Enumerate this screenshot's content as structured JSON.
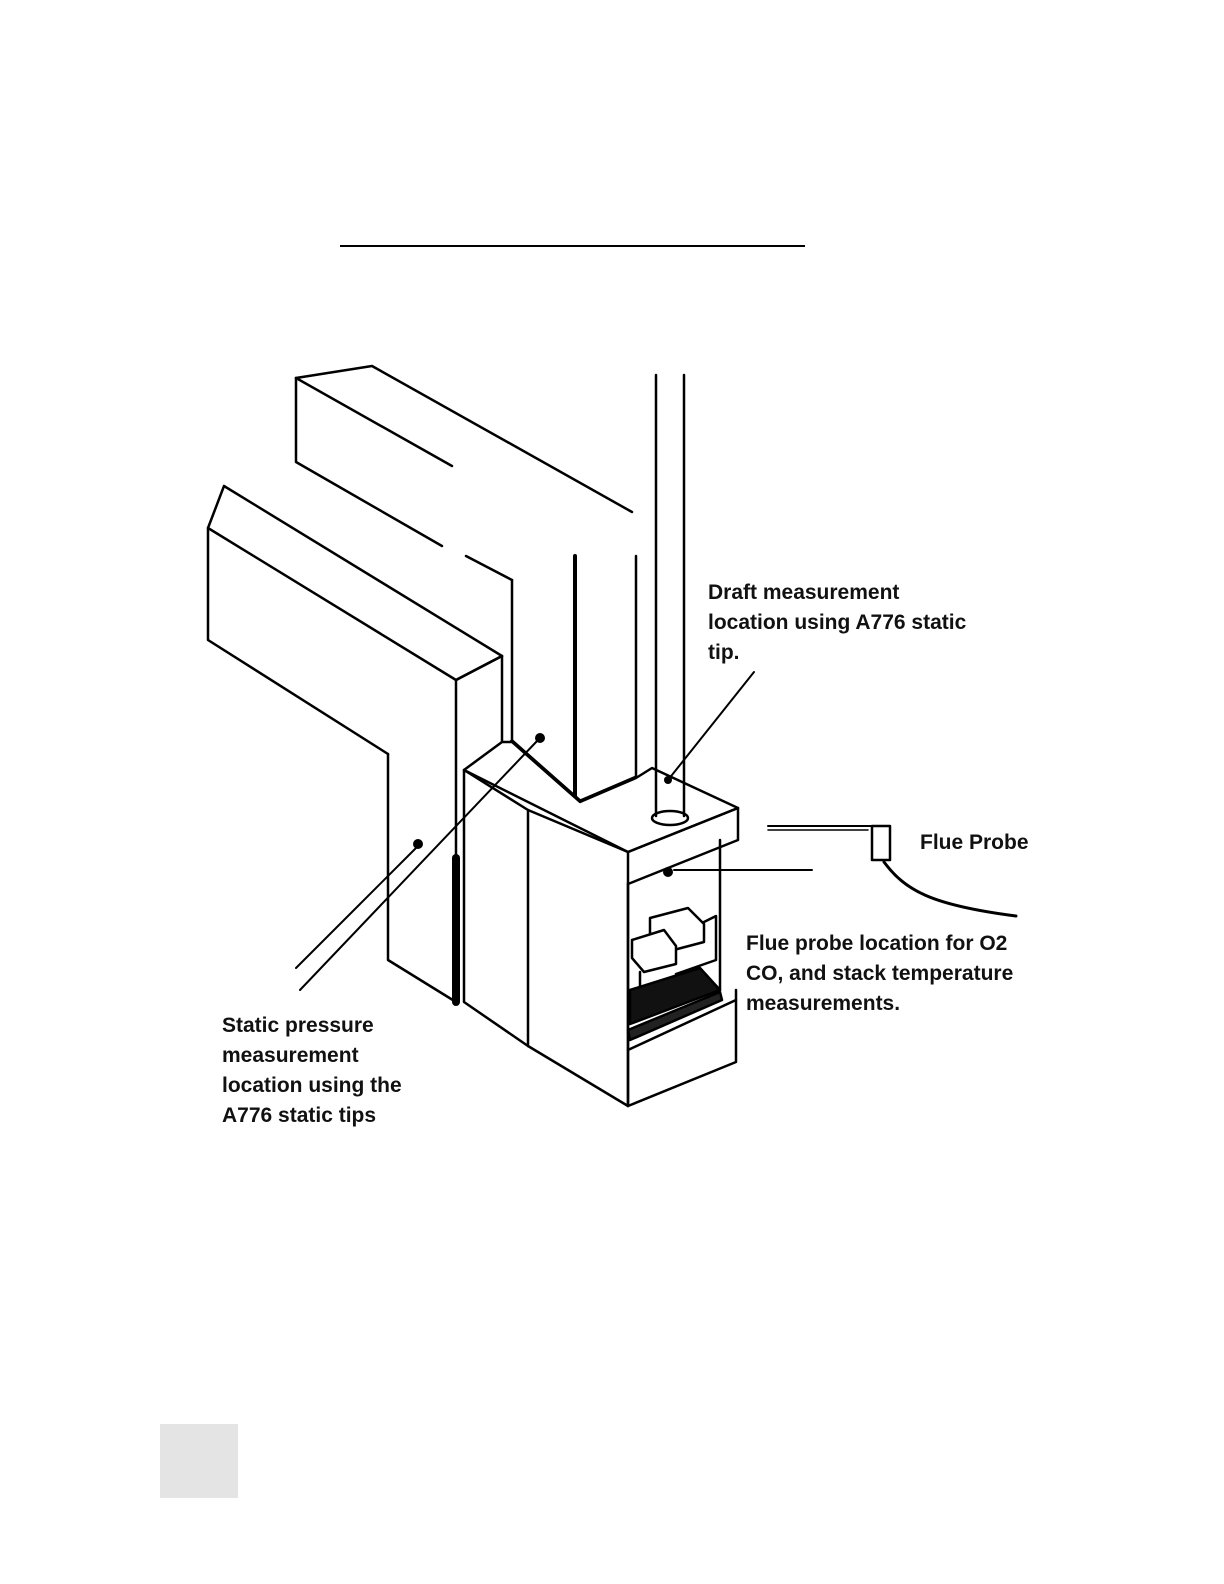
{
  "diagram": {
    "labels": {
      "draft": [
        "Draft measurement",
        "location using A776 static",
        "tip."
      ],
      "flue_probe": "Flue Probe",
      "flue_location": [
        "Flue probe location for O2",
        "CO, and stack temperature",
        "measurements."
      ],
      "static_pressure": [
        "Static pressure",
        "measurement",
        "location using the",
        "A776 static tips"
      ]
    },
    "colors": {
      "line": "#000000",
      "page": "#ffffff",
      "page_tab": "#e4e4e4"
    }
  }
}
